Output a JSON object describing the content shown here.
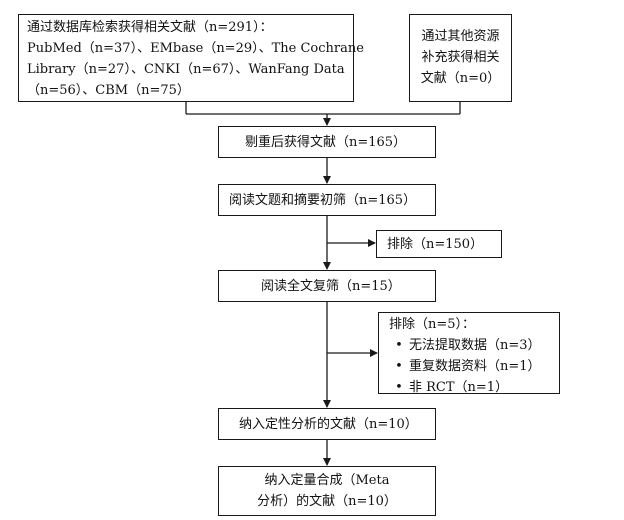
{
  "flow": {
    "search_db": {
      "lines": [
        "通过数据库检索获得相关文献（n=291）：",
        "PubMed（n=37）、EMbase（n=29）、The Cochrane",
        "Library（n=27）、CNKI（n=67）、WanFang Data",
        "（n=56）、CBM（n=75）"
      ]
    },
    "other_sources": {
      "lines": [
        "通过其他资源",
        "补充获得相关",
        "文献（n=0）"
      ]
    },
    "dedup": "剔重后获得文献（n=165）",
    "screen_title_abstract": "阅读文题和摘要初筛（n=165）",
    "exclude_1": "排除（n=150）",
    "fulltext": "阅读全文复筛（n=15）",
    "exclude_2": {
      "heading": "排除（n=5）：",
      "bullet": "•",
      "items": [
        "无法提取数据（n=3）",
        "重复数据资料（n=1）",
        "非 RCT（n=1）"
      ]
    },
    "qualitative": "纳入定性分析的文献（n=10）",
    "quantitative": {
      "lines": [
        "纳入定量合成（Meta",
        "分析）的文献（n=10）"
      ]
    }
  }
}
